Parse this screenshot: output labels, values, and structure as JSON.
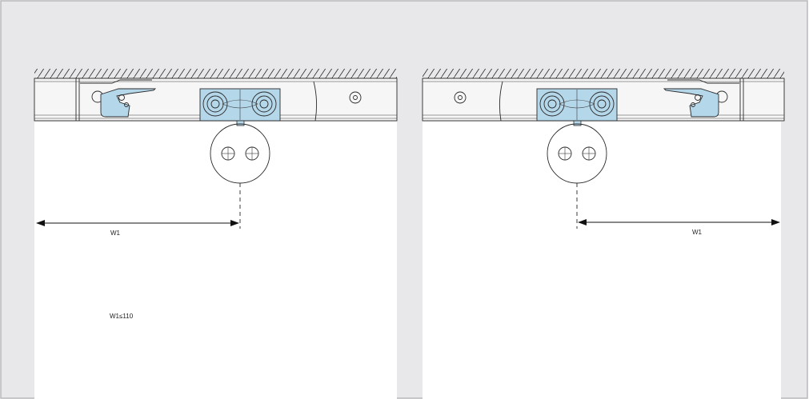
{
  "colors": {
    "background": "#e8e8ea",
    "panel": "#ffffff",
    "hardware_highlight": "#b5d7ea",
    "line": "#2a2a2a"
  },
  "labels": {
    "left_width": "W1",
    "right_width": "W1",
    "constraint": "W1≤110"
  }
}
